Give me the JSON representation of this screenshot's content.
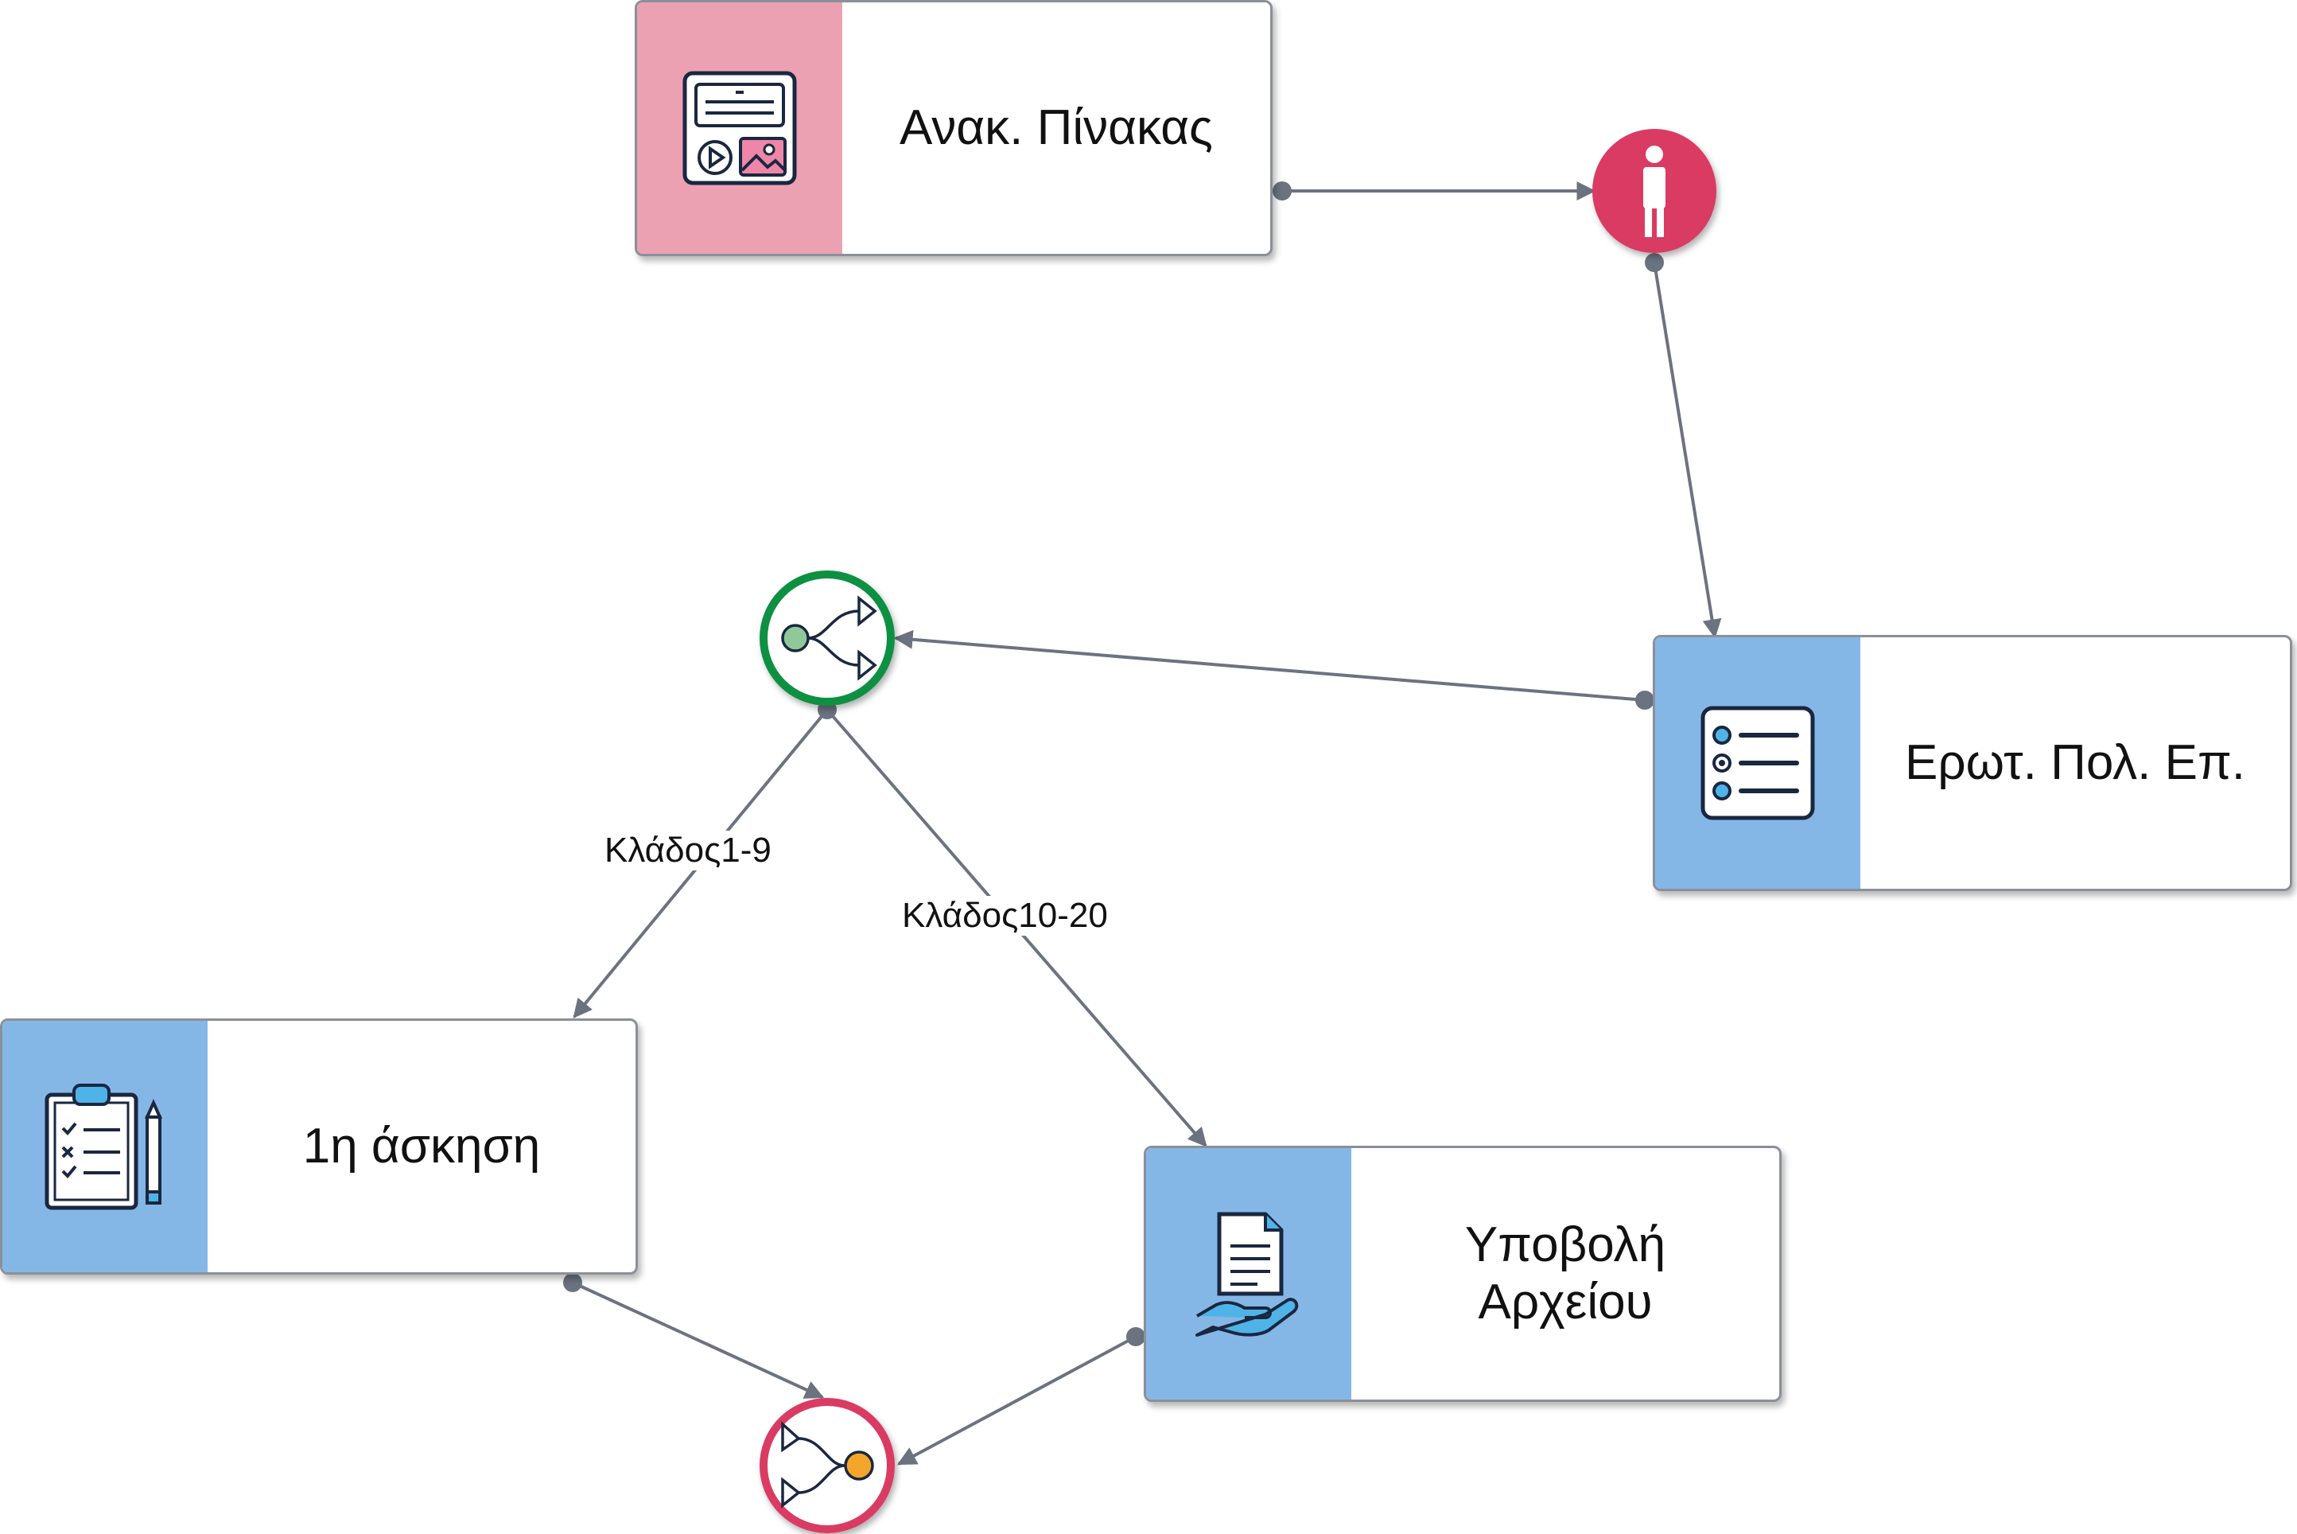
{
  "nodes": {
    "anak_pinakas": {
      "label": "Ανακ. Πίνακας",
      "icon": "media-board-icon",
      "band_color": "#eba1b2"
    },
    "erot_pol_ep": {
      "label": "Ερωτ. Πολ. Επ.",
      "icon": "multiple-choice-list-icon",
      "band_color": "#85b7e6"
    },
    "askisi_1": {
      "label": "1η άσκηση",
      "icon": "clipboard-checklist-icon",
      "band_color": "#85b7e6"
    },
    "ypovoli_arxeiou": {
      "label": "Υποβολή\nΑρχείου",
      "icon": "file-submit-hand-icon",
      "band_color": "#85b7e6"
    }
  },
  "gates": {
    "person": {
      "icon": "person-icon",
      "color": "#d93a63"
    },
    "branch_split": {
      "icon": "branch-split-icon",
      "color": "#109043"
    },
    "branch_join": {
      "icon": "branch-join-icon",
      "color": "#d93a63"
    }
  },
  "edges": {
    "branch_1": {
      "label": "Κλάδος1-9"
    },
    "branch_2": {
      "label": "Κλάδος10-20"
    }
  },
  "colors": {
    "connector": "#6b7280",
    "node_border": "#8a9099"
  }
}
